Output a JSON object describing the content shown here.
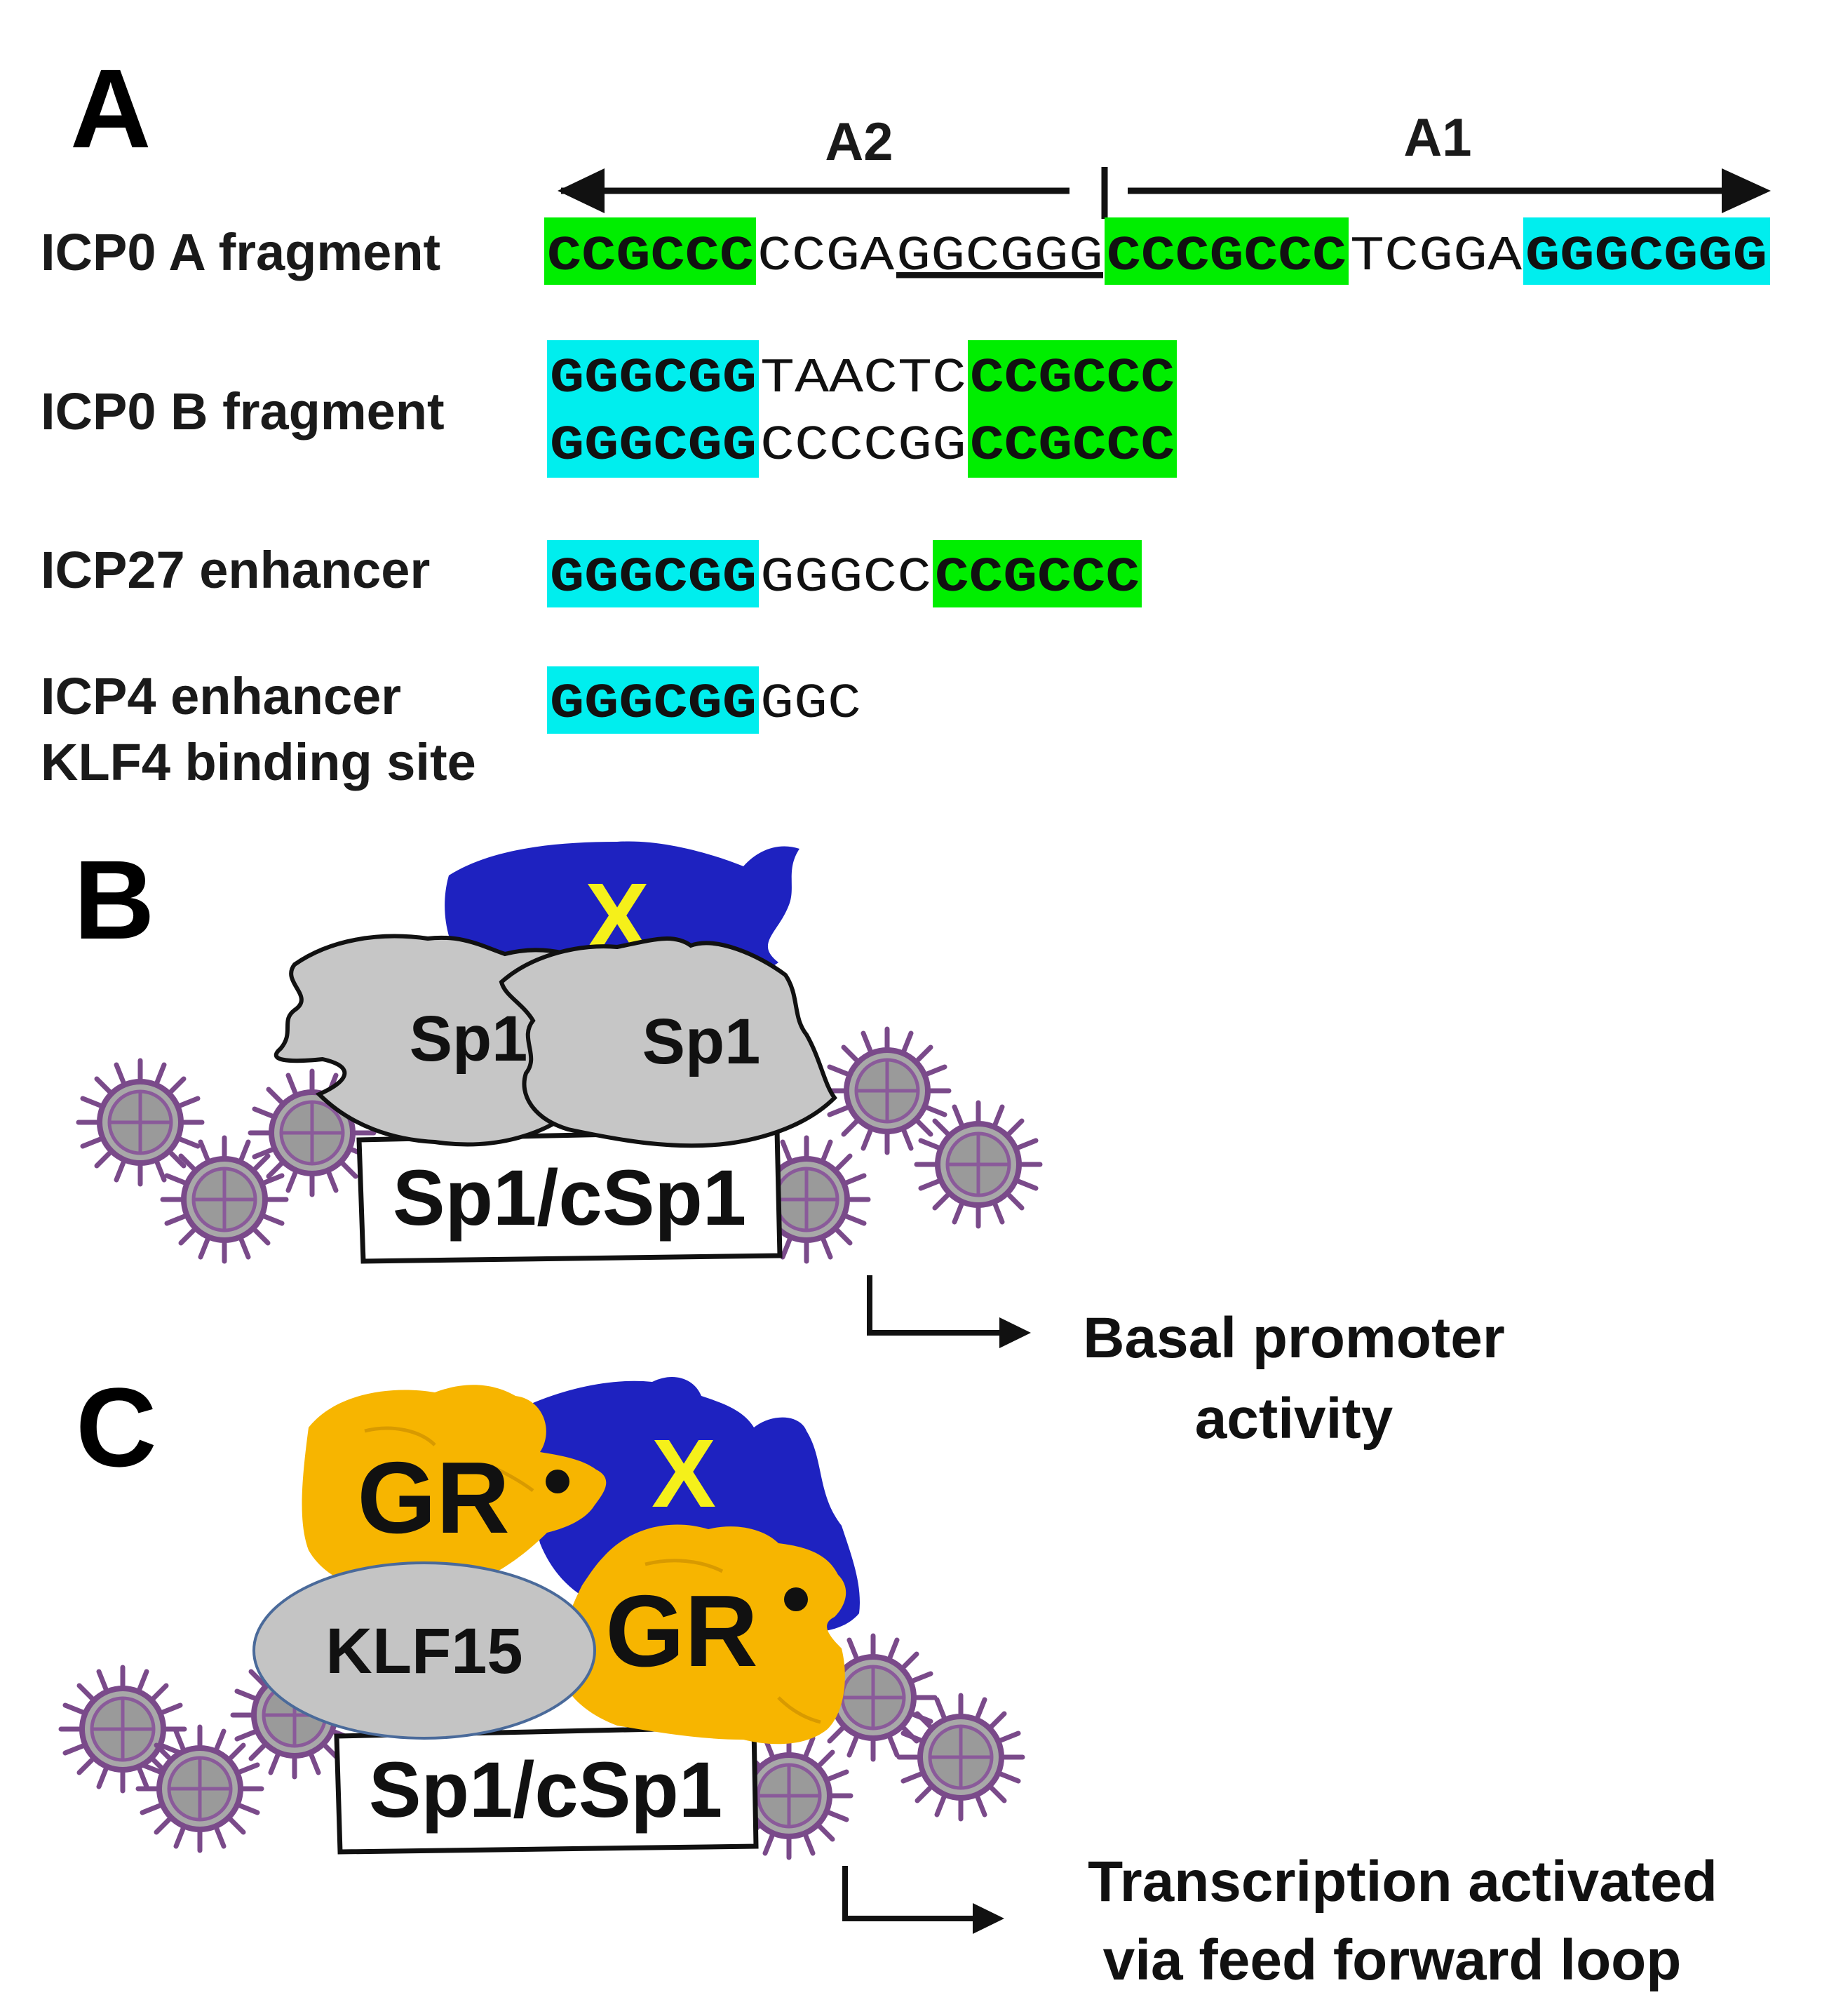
{
  "colors": {
    "green_box": "#00ee00",
    "cyan_box": "#00eeee",
    "sp1_gray": "#c6c6c6",
    "x_blue": "#1e22c0",
    "x_letter": "#f5f01a",
    "gr_orange": "#f7b500",
    "klf15_gray": "#c4c4c4",
    "nucleosome_purple": "#7a4a8a"
  },
  "panel_a": {
    "letter": "A",
    "regions": {
      "a2": "A2",
      "a1": "A1"
    },
    "rows": [
      {
        "label": "ICP0 A fragment",
        "segments": [
          "CCGCCC",
          "CCGA",
          "GGCGGG",
          "CCCGCCC",
          "TCGGA",
          "GGGCGGG"
        ]
      },
      {
        "label": "ICP0 B fragment",
        "lines": [
          [
            "GGGCGG",
            "TAACTC",
            "CCGCCC"
          ],
          [
            "GGGCGG",
            "CCCCGG",
            "CCGCCC"
          ]
        ]
      },
      {
        "label": "ICP27 enhancer",
        "segments": [
          "GGGCGG",
          "GGGCC",
          "CCGCCC"
        ]
      },
      {
        "label_lines": [
          "ICP4 enhancer",
          "KLF4 binding site"
        ],
        "segments": [
          "GGGCGG",
          "GGC"
        ]
      }
    ]
  },
  "panel_b": {
    "letter": "B",
    "x_label": "X",
    "sp1_left": "Sp1",
    "sp1_right": "Sp1",
    "site_label": "Sp1/cSp1",
    "caption_lines": [
      "Basal promoter",
      "activity"
    ]
  },
  "panel_c": {
    "letter": "C",
    "x_label": "X",
    "gr_top": "GR",
    "gr_bottom": "GR",
    "klf15_label": "KLF15",
    "site_label": "Sp1/cSp1",
    "caption_lines": [
      "Transcription activated",
      "via feed forward loop"
    ]
  }
}
